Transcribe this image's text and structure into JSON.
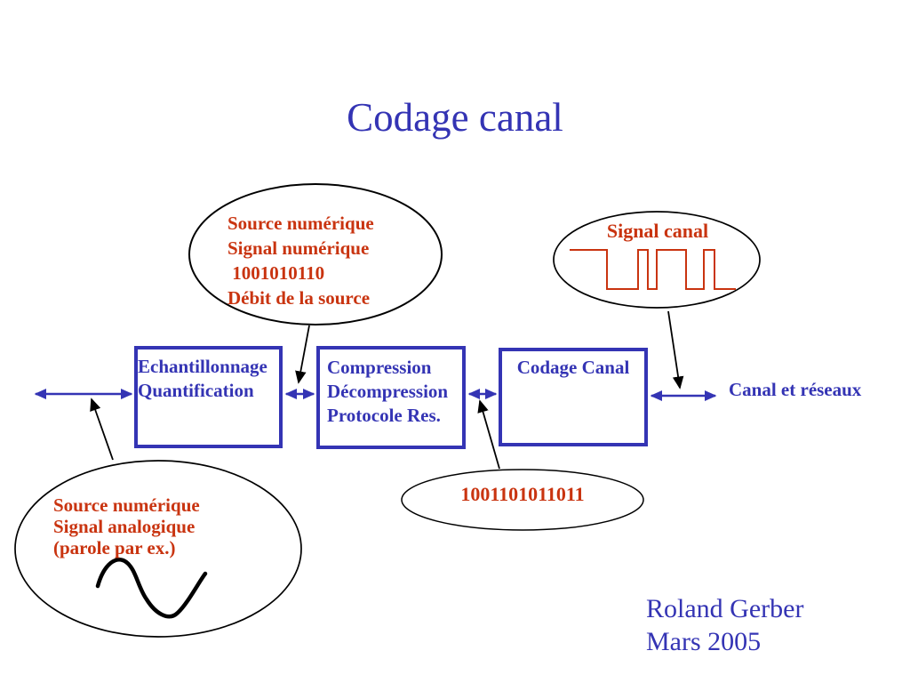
{
  "title": "Codage canal",
  "colors": {
    "blue": "#3434b4",
    "red": "#c93410",
    "black": "#000000",
    "background": "#ffffff"
  },
  "ellipses": {
    "digital_source": {
      "lines": [
        "Source numérique",
        "Signal numérique",
        " 1001010110",
        "Débit de la source"
      ]
    },
    "signal_canal": {
      "label": "Signal canal"
    },
    "bitstream": {
      "label": "1001101011011"
    },
    "analog_source": {
      "lines": [
        "Source numérique",
        "Signal analogique",
        "(parole par ex.)"
      ]
    }
  },
  "boxes": [
    {
      "lines": [
        "Echantillonnage",
        "Quantification"
      ]
    },
    {
      "lines": [
        "Compression",
        "Décompression",
        "Protocole Res."
      ]
    },
    {
      "lines": [
        "Codage Canal"
      ]
    }
  ],
  "labels": {
    "canal_reseaux": "Canal et réseaux"
  },
  "footer": {
    "author": "Roland Gerber",
    "date": "Mars 2005"
  }
}
